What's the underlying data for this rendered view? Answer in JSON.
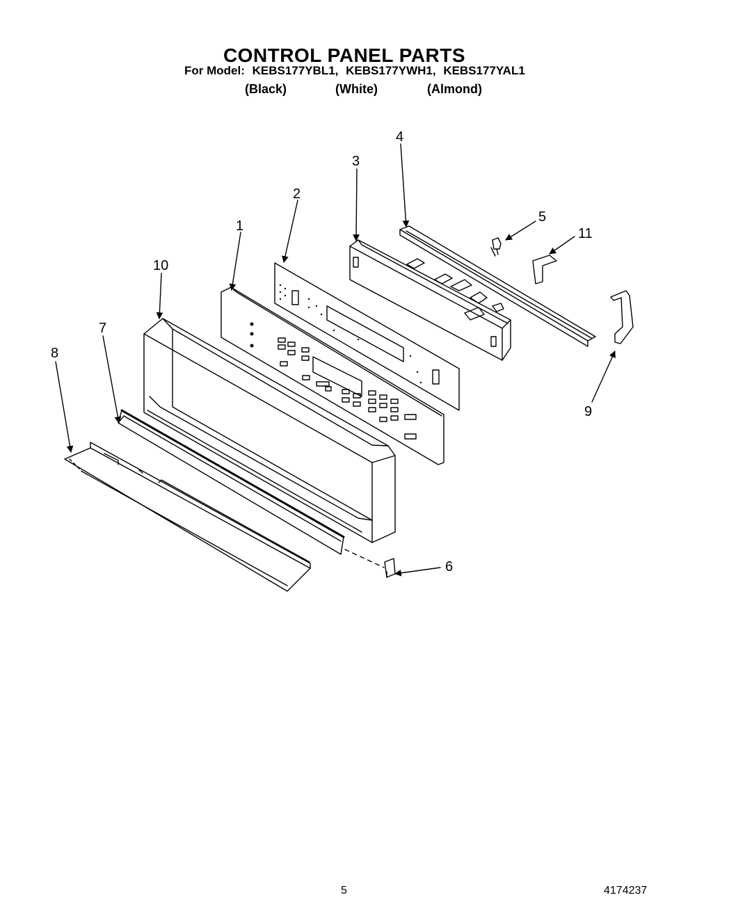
{
  "header": {
    "title": "CONTROL PANEL PARTS",
    "model_prefix": "For Model:",
    "models": [
      "KEBS177YBL1,",
      "KEBS177YWH1,",
      "KEBS177YAL1"
    ],
    "finishes": [
      "(Black)",
      "(White)",
      "(Almond)"
    ]
  },
  "callouts": {
    "part_1": "1",
    "part_2": "2",
    "part_3": "3",
    "part_4": "4",
    "part_5": "5",
    "part_6": "6",
    "part_7": "7",
    "part_8": "8",
    "part_9": "9",
    "part_10": "10",
    "part_11": "11"
  },
  "footer": {
    "page_number": "5",
    "document_number": "4174237"
  }
}
